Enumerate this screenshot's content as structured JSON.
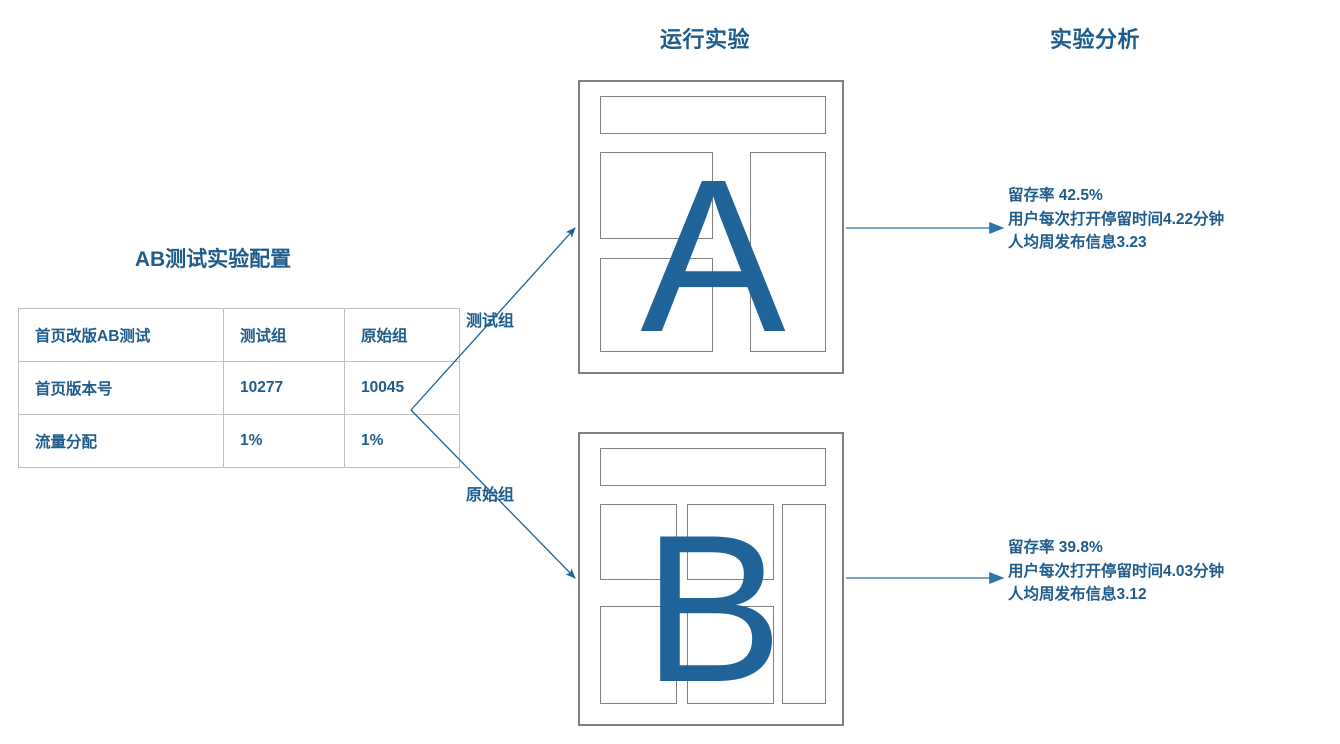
{
  "headings": {
    "run_experiment": "运行实验",
    "experiment_analysis": "实验分析"
  },
  "config": {
    "title": "AB测试实验配置",
    "table": {
      "header": [
        "首页改版AB测试",
        "测试组",
        "原始组"
      ],
      "rows": [
        [
          "首页版本号",
          "10277",
          "10045"
        ],
        [
          "流量分配",
          "1%",
          "1%"
        ]
      ]
    }
  },
  "branches": [
    {
      "label": "测试组"
    },
    {
      "label": "原始组"
    }
  ],
  "variants": [
    {
      "letter": "A"
    },
    {
      "letter": "B"
    }
  ],
  "analysis": [
    {
      "retention": "留存率 42.5%",
      "session_duration": "用户每次打开停留时间4.22分钟",
      "weekly_posts": "人均周发布信息3.23"
    },
    {
      "retention": "留存率 39.8%",
      "session_duration": "用户每次打开停留时间4.03分钟",
      "weekly_posts": "人均周发布信息3.12"
    }
  ],
  "colors": {
    "text_blue": "#1F5C8B",
    "letter_blue": "#1F6399",
    "connector_light": "#7BA7C7",
    "connector_dark": "#1F6399",
    "box_border": "#7F7F7F",
    "table_border": "#BFBFBF"
  }
}
